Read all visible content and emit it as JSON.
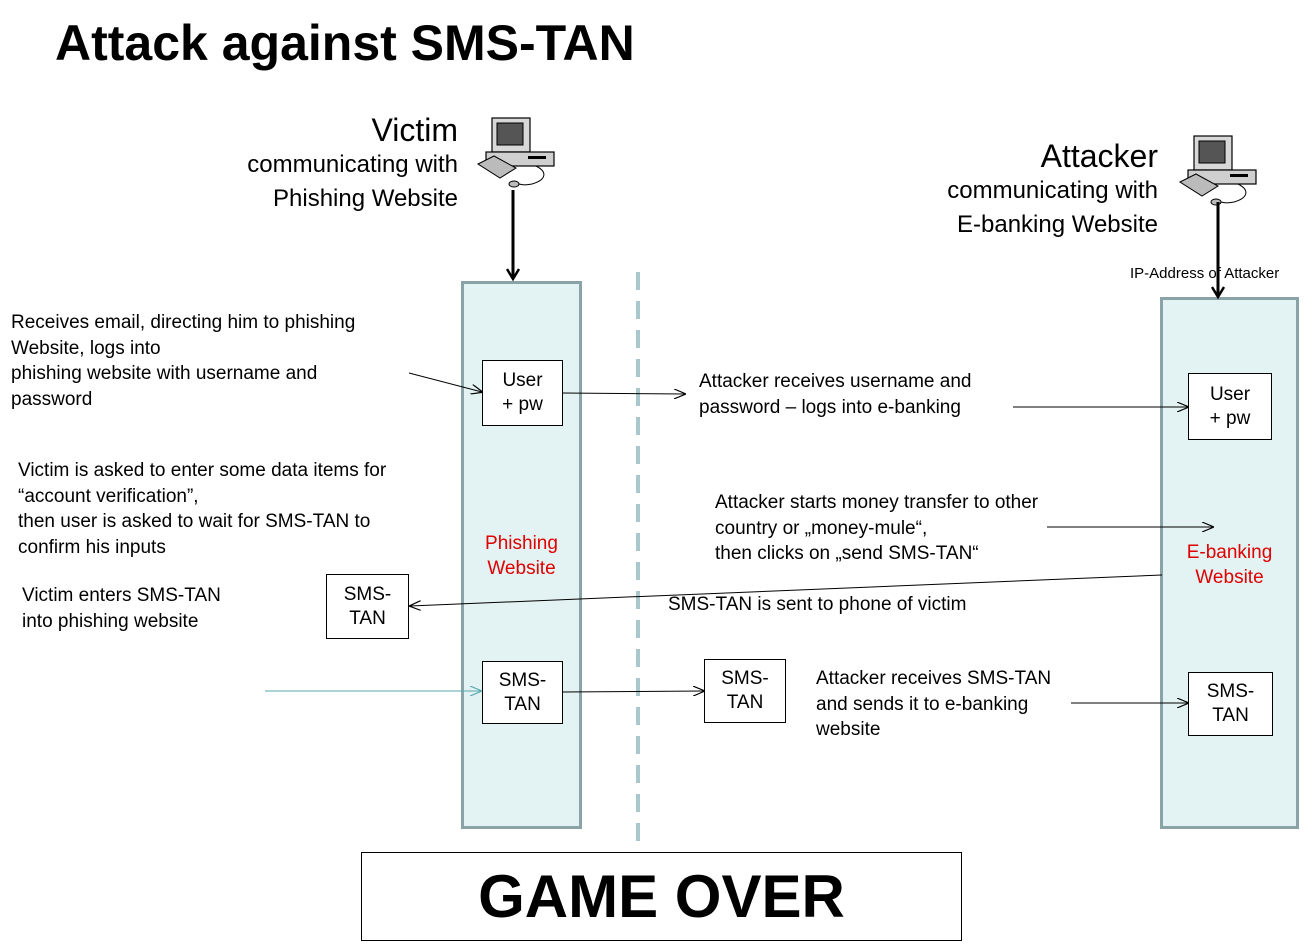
{
  "title": "Attack against SMS-TAN",
  "victim": {
    "name": "Victim",
    "line1": "communicating with",
    "line2": "Phishing Website",
    "icon": "computer-icon"
  },
  "attacker": {
    "name": "Attacker",
    "line1": "communicating with",
    "line2": "E-banking Website",
    "icon": "computer-icon",
    "ip_label": "IP-Address of Attacker"
  },
  "phishing_lane": {
    "label_line1": "Phishing",
    "label_line2": "Website",
    "user_box": {
      "line1": "User",
      "line2": "+ pw"
    },
    "sms_box": {
      "line1": "SMS-",
      "line2": "TAN"
    }
  },
  "ebanking_lane": {
    "label_line1": "E-banking",
    "label_line2": "Website",
    "user_box": {
      "line1": "User",
      "line2": "+ pw"
    },
    "sms_box": {
      "line1": "SMS-",
      "line2": "TAN"
    }
  },
  "victim_phone_box": {
    "line1": "SMS-",
    "line2": "TAN"
  },
  "attacker_relay_box": {
    "line1": "SMS-",
    "line2": "TAN"
  },
  "notes": {
    "victim_email": "Receives email, directing him to phishing\nWebsite, logs into\nphishing website with username and\npassword",
    "victim_verification": "Victim is asked to enter some data items for\n“account verification”,\nthen user is asked to wait for SMS-TAN to\nconfirm his inputs",
    "victim_enters_tan": "Victim enters SMS-TAN\ninto phishing website",
    "attacker_receives_credentials": "Attacker receives username  and\npassword – logs into e-banking",
    "attacker_transfer": "Attacker starts money transfer to other\ncountry or „money-mule“,\nthen clicks on „send SMS-TAN“",
    "sms_sent": "SMS-TAN is sent to phone of victim",
    "attacker_receives_tan": "Attacker receives SMS-TAN\nand sends it to e-banking\nwebsite"
  },
  "game_over": "GAME OVER",
  "colors": {
    "lane_fill": "#e3f2f2",
    "lane_border": "#8aa3a6",
    "divider": "#a8c8cc",
    "website_label": "#e00000"
  }
}
